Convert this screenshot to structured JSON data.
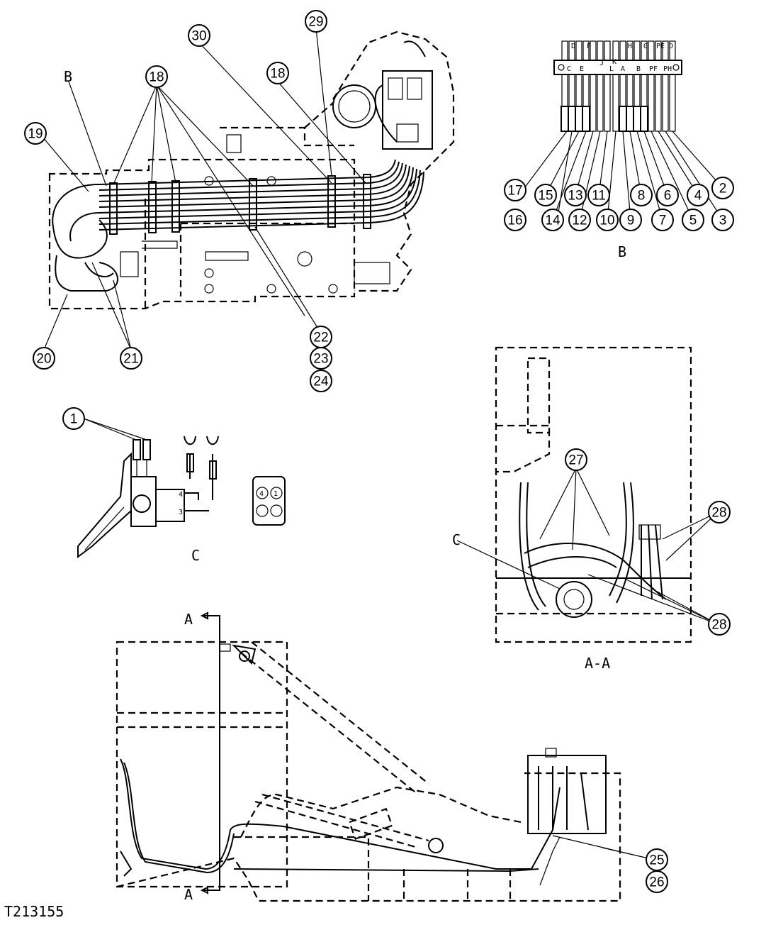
{
  "callouts": {
    "c1": "1",
    "c2": "2",
    "c3": "3",
    "c4": "4",
    "c5": "5",
    "c6": "6",
    "c7": "7",
    "c8": "8",
    "c9": "9",
    "c10": "10",
    "c11": "11",
    "c12": "12",
    "c13": "13",
    "c14": "14",
    "c15": "15",
    "c16": "16",
    "c17": "17",
    "c18": "18",
    "c19": "19",
    "c20": "20",
    "c21": "21",
    "c22": "22",
    "c23": "23",
    "c24": "24",
    "c25": "25",
    "c26": "26",
    "c27": "27",
    "c28": "28",
    "c29": "29",
    "c30": "30"
  },
  "view_labels": {
    "detail_b": "B",
    "detail_c": "C",
    "section_aa": "A-A",
    "pointer_b": "B",
    "pointer_c": "C",
    "section_a": "A"
  },
  "connector_letters": [
    "C",
    "D",
    "E",
    "F",
    "J",
    "L",
    "K",
    "H",
    "A",
    "B",
    "G",
    "PF",
    "PE",
    "D",
    "PH"
  ],
  "connector_pins": {
    "p4": "4",
    "p1": "1",
    "p3": "3"
  },
  "figure_id": "T213155"
}
